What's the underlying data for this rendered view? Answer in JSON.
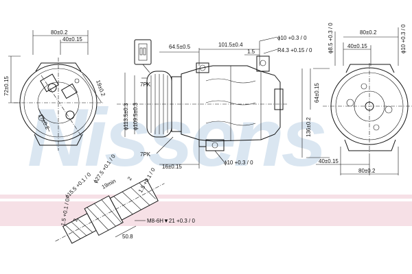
{
  "watermark": "Nissens",
  "colors": {
    "watermark": "#bcd2e6",
    "band": "#f6e0e6",
    "ink": "#111111"
  },
  "left_view": {
    "top_dim_outer": "80±0.2",
    "top_dim_inner": "40±0.15",
    "left_dim": "72±0.15",
    "diag_dim_a": "19±0.2",
    "diag_dim_b": "17±0.2"
  },
  "middle_view": {
    "connector_dim": "64.5±0.5",
    "length_dim": "101.5±0.4",
    "hole_dim": "ϕ10 +0.3 / 0",
    "small_dim": "1.5",
    "radius_dim": "R4.3 +0.15 / 0",
    "pulley_label_top": "7PK",
    "pulley_label_bottom": "7PK",
    "pulley_outer": "ϕ113.5±0.3",
    "pulley_inner": "ϕ109.5±0.3",
    "bottom_offset": "16±0.15",
    "bottom_hole": "ϕ10 +0.3 / 0"
  },
  "right_view": {
    "hole_left": "ϕ8.5 +0.3 / 0",
    "top_dim_outer": "80±0.2",
    "hole_right": "ϕ10 +0.3 / 0",
    "top_dim_inner": "40±0.15",
    "right_dim_a": "64±0.15",
    "right_dim_b": "136±0.2",
    "bottom_dim_inner": "40±0.15",
    "bottom_dim_outer": "80±0.2"
  },
  "detail_view": {
    "d1": "ϕ15.5 +0.1 / 0",
    "d2": "ϕ27.5 +0.1 / 0",
    "d3": "2",
    "d4": "1.5 +0.1 / 0",
    "d5": "19min",
    "d6": "2",
    "d7": "1.5 +0.1 / 0",
    "thread": "M8-6H▼21 +0.3 / 0",
    "length": "50.8"
  }
}
